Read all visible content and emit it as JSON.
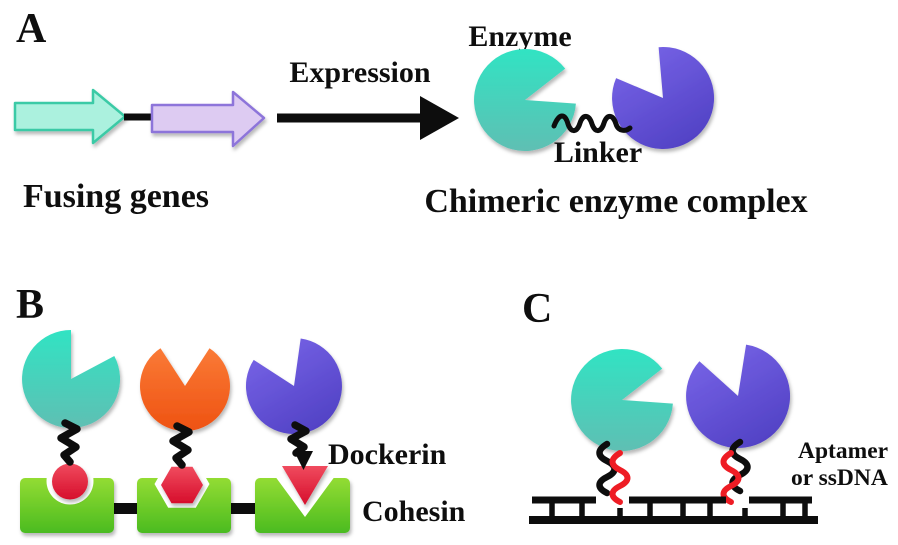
{
  "panel_a": {
    "letter": "A",
    "fusing_genes_label": "Fusing genes",
    "expression_label": "Expression",
    "enzyme_label": "Enzyme",
    "linker_label": "Linker",
    "caption": "Chimeric enzyme complex"
  },
  "panel_b": {
    "letter": "B",
    "dockerin_label": "Dockerin",
    "cohesin_label": "Cohesin"
  },
  "panel_c": {
    "letter": "C",
    "aptamer_label_line1": "Aptamer",
    "aptamer_label_line2": "or ssDNA"
  },
  "colors": {
    "teal_enzyme_top": "#31e3c3",
    "teal_enzyme_bottom": "#5fbfb3",
    "purple_enzyme_top": "#7b67ea",
    "purple_enzyme_bottom": "#5343c6",
    "orange_enzyme_top": "#fa7a36",
    "orange_enzyme_bottom": "#ee5212",
    "gene_arrow_teal_fill": "#abf1de",
    "gene_arrow_teal_stroke": "#3acaa6",
    "gene_arrow_purple_fill": "#ddcbf2",
    "gene_arrow_purple_stroke": "#8d74da",
    "cohesin_green_top": "#93dc33",
    "cohesin_green_bottom": "#4bbb20",
    "dockerin_red_top": "#f04b5e",
    "dockerin_red_bottom": "#d60e2c",
    "aptamer_red": "#ee1c24",
    "ink_black": "#0d0d0d",
    "background": "#ffffff"
  }
}
